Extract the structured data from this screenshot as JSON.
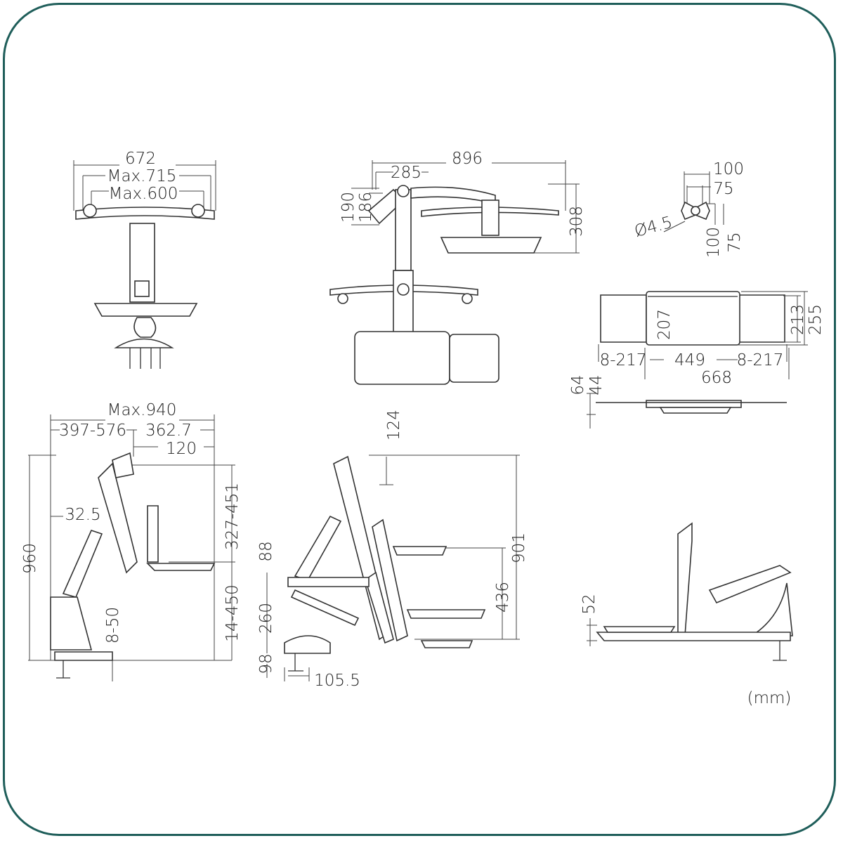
{
  "front_view": {
    "width": "672",
    "max_outer": "Max.715",
    "max_inner": "Max.600"
  },
  "top_view": {
    "total": "896",
    "offset": "285",
    "h1": "190",
    "h2": "186",
    "depth": "308"
  },
  "vesa": {
    "outer": "100",
    "inner": "75",
    "hole": "Ø4.5",
    "outer_v": "100",
    "inner_v": "75"
  },
  "keyboard_tray": {
    "depth": "207",
    "inner_h": "213",
    "outer_h": "255",
    "ext_left": "8-217",
    "center": "449",
    "ext_right": "8-217",
    "total": "668",
    "thick_outer": "64",
    "thick_inner": "44"
  },
  "side_view": {
    "max_reach": "Max.940",
    "reach_range": "397-576",
    "offset": "362.7",
    "tray_offset": "120",
    "height_range": "327-451",
    "pivot": "32.5",
    "total_h": "960",
    "tray_range": "14-450",
    "clamp": "8-50"
  },
  "motion_view": {
    "tilt": "124",
    "arm_h": "88",
    "total_travel": "901",
    "tray_travel": "436",
    "lower": "260",
    "base": "98",
    "base_w": "105.5"
  },
  "folded_view": {
    "height": "52"
  },
  "units": "(mm)"
}
